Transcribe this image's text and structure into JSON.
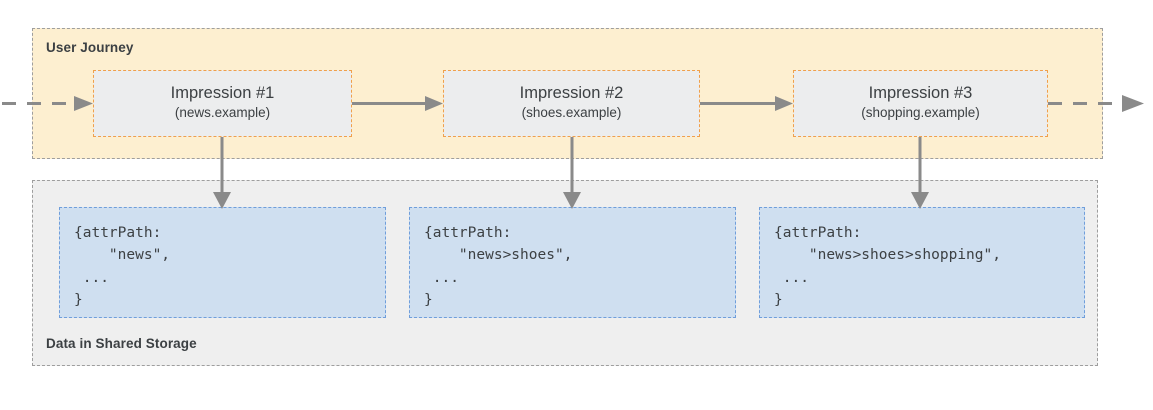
{
  "diagram": {
    "title_journey": "User Journey",
    "title_storage": "Data in Shared Storage",
    "colors": {
      "journey_bg": "#fdefd0",
      "storage_bg": "#efefef",
      "impression_bg": "#ecedee",
      "impression_border": "#f0a04b",
      "data_bg": "#cfdff0",
      "data_border": "#6f9edb",
      "arrow": "#8a8a8a",
      "section_border": "#9e9e9e",
      "text": "#3c4043"
    }
  },
  "impressions": [
    {
      "title": "Impression #1",
      "subtitle": "(news.example)"
    },
    {
      "title": "Impression #2",
      "subtitle": "(shoes.example)"
    },
    {
      "title": "Impression #3",
      "subtitle": "(shopping.example)"
    }
  ],
  "shared_storage": [
    {
      "code": "{attrPath:\n    \"news\",\n ...\n}"
    },
    {
      "code": "{attrPath:\n    \"news>shoes\",\n ...\n}"
    },
    {
      "code": "{attrPath:\n    \"news>shoes>shopping\",\n ...\n}"
    }
  ],
  "arrows": {
    "entry": "dashed-arrow-right-entry",
    "exit": "dashed-arrow-right-exit",
    "between_1_2": "solid-arrow-right",
    "between_2_3": "solid-arrow-right",
    "down_1": "solid-arrow-down",
    "down_2": "solid-arrow-down",
    "down_3": "solid-arrow-down"
  }
}
